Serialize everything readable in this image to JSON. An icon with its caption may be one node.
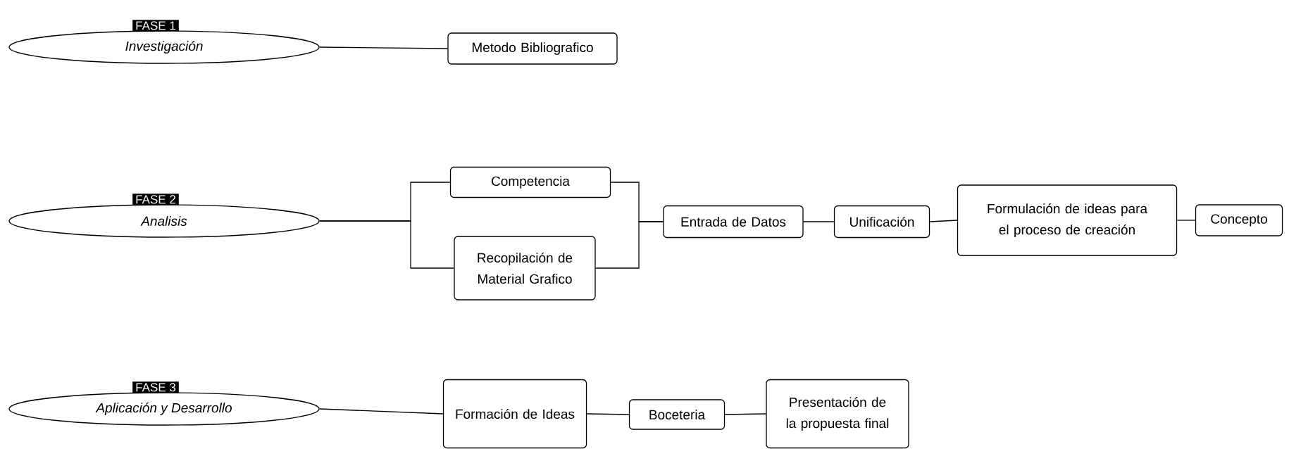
{
  "diagram": {
    "nodes": [
      {
        "text": [
          "FASE 1",
          "Investigación"
        ]
      },
      {
        "text": [
          "Metodo Bibliografico"
        ]
      },
      {
        "text": [
          "FASE 2",
          "Analisis"
        ]
      },
      {
        "text": [
          "Competencia"
        ]
      },
      {
        "text": [
          "Recopilación de Material Grafico"
        ]
      },
      {
        "text": [
          "Entrada de Datos"
        ]
      },
      {
        "text": [
          "Unificación"
        ]
      },
      {
        "text": [
          "Formulación de ideas para el proceso de creación"
        ]
      },
      {
        "text": [
          "Concepto"
        ]
      },
      {
        "text": [
          "FASE 3",
          "Aplicación y Desarrollo"
        ]
      },
      {
        "text": [
          "Formación de Ideas"
        ]
      },
      {
        "text": [
          "Boceteria"
        ]
      },
      {
        "text": [
          "Presentación de la propuesta final"
        ]
      }
    ],
    "edges": [
      {
        "from": 0,
        "to": 1,
        "arrow": "none"
      },
      {
        "from": 2,
        "to": 3,
        "arrow": "none"
      },
      {
        "from": 2,
        "to": 4,
        "arrow": "none"
      },
      {
        "from": 3,
        "to": 5,
        "arrow": "none"
      },
      {
        "from": 4,
        "to": 5,
        "arrow": "none"
      },
      {
        "from": 5,
        "to": 6,
        "arrow": "none"
      },
      {
        "from": 6,
        "to": 7,
        "arrow": "none"
      },
      {
        "from": 7,
        "to": 8,
        "arrow": "none"
      },
      {
        "from": 9,
        "to": 10,
        "arrow": "none"
      },
      {
        "from": 10,
        "to": 11,
        "arrow": "none"
      },
      {
        "from": 11,
        "to": 12,
        "arrow": "none"
      }
    ]
  }
}
